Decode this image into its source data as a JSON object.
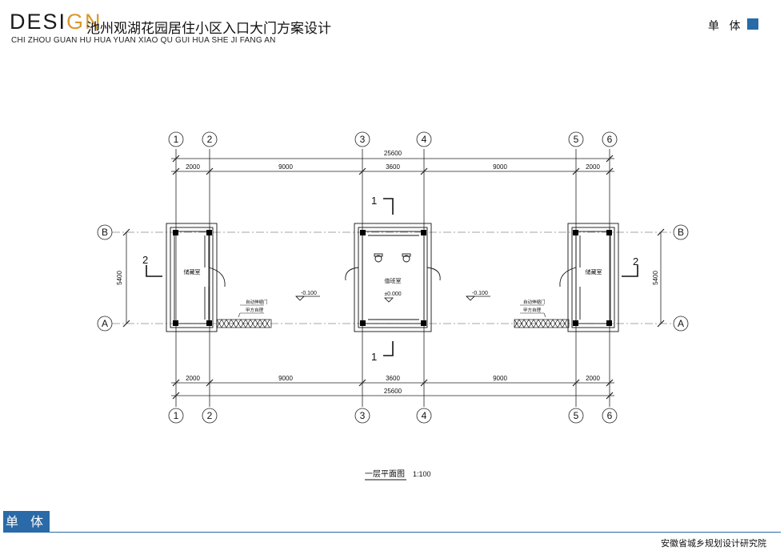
{
  "header": {
    "logo_main": "DESI",
    "logo_accent": "GN",
    "title": "池州观湖花园居住小区入口大门方案设计",
    "subtitle": "CHI ZHOU GUAN HU HUA YUAN XIAO QU GUI HUA SHE JI FANG AN",
    "section": "单 体",
    "accent_color": "#2a6aa8"
  },
  "drawing": {
    "grid_top": [
      "1",
      "2",
      "3",
      "4",
      "5",
      "6"
    ],
    "grid_bottom": [
      "1",
      "2",
      "3",
      "4",
      "5",
      "6"
    ],
    "row_labels": {
      "b": "B",
      "a": "A"
    },
    "overall_dim": "25600",
    "bay_dims": [
      "2000",
      "9000",
      "3600",
      "9000",
      "2000"
    ],
    "side_dim": "5400",
    "section_marks": {
      "top": "1",
      "bottom": "1",
      "left": "2",
      "right": "2"
    },
    "rooms": {
      "left": "储藏室",
      "center": "值班室",
      "right": "储藏室"
    },
    "levels": {
      "center": "±0.000",
      "left": "-0.100",
      "right": "-0.100"
    },
    "gate_note_1": "自动伸缩门",
    "gate_note_2": "甲方自理",
    "caption": "一层平面图",
    "scale": "1:100"
  },
  "footer": {
    "tab": "单 体",
    "org": "安徽省城乡规划设计研究院"
  }
}
